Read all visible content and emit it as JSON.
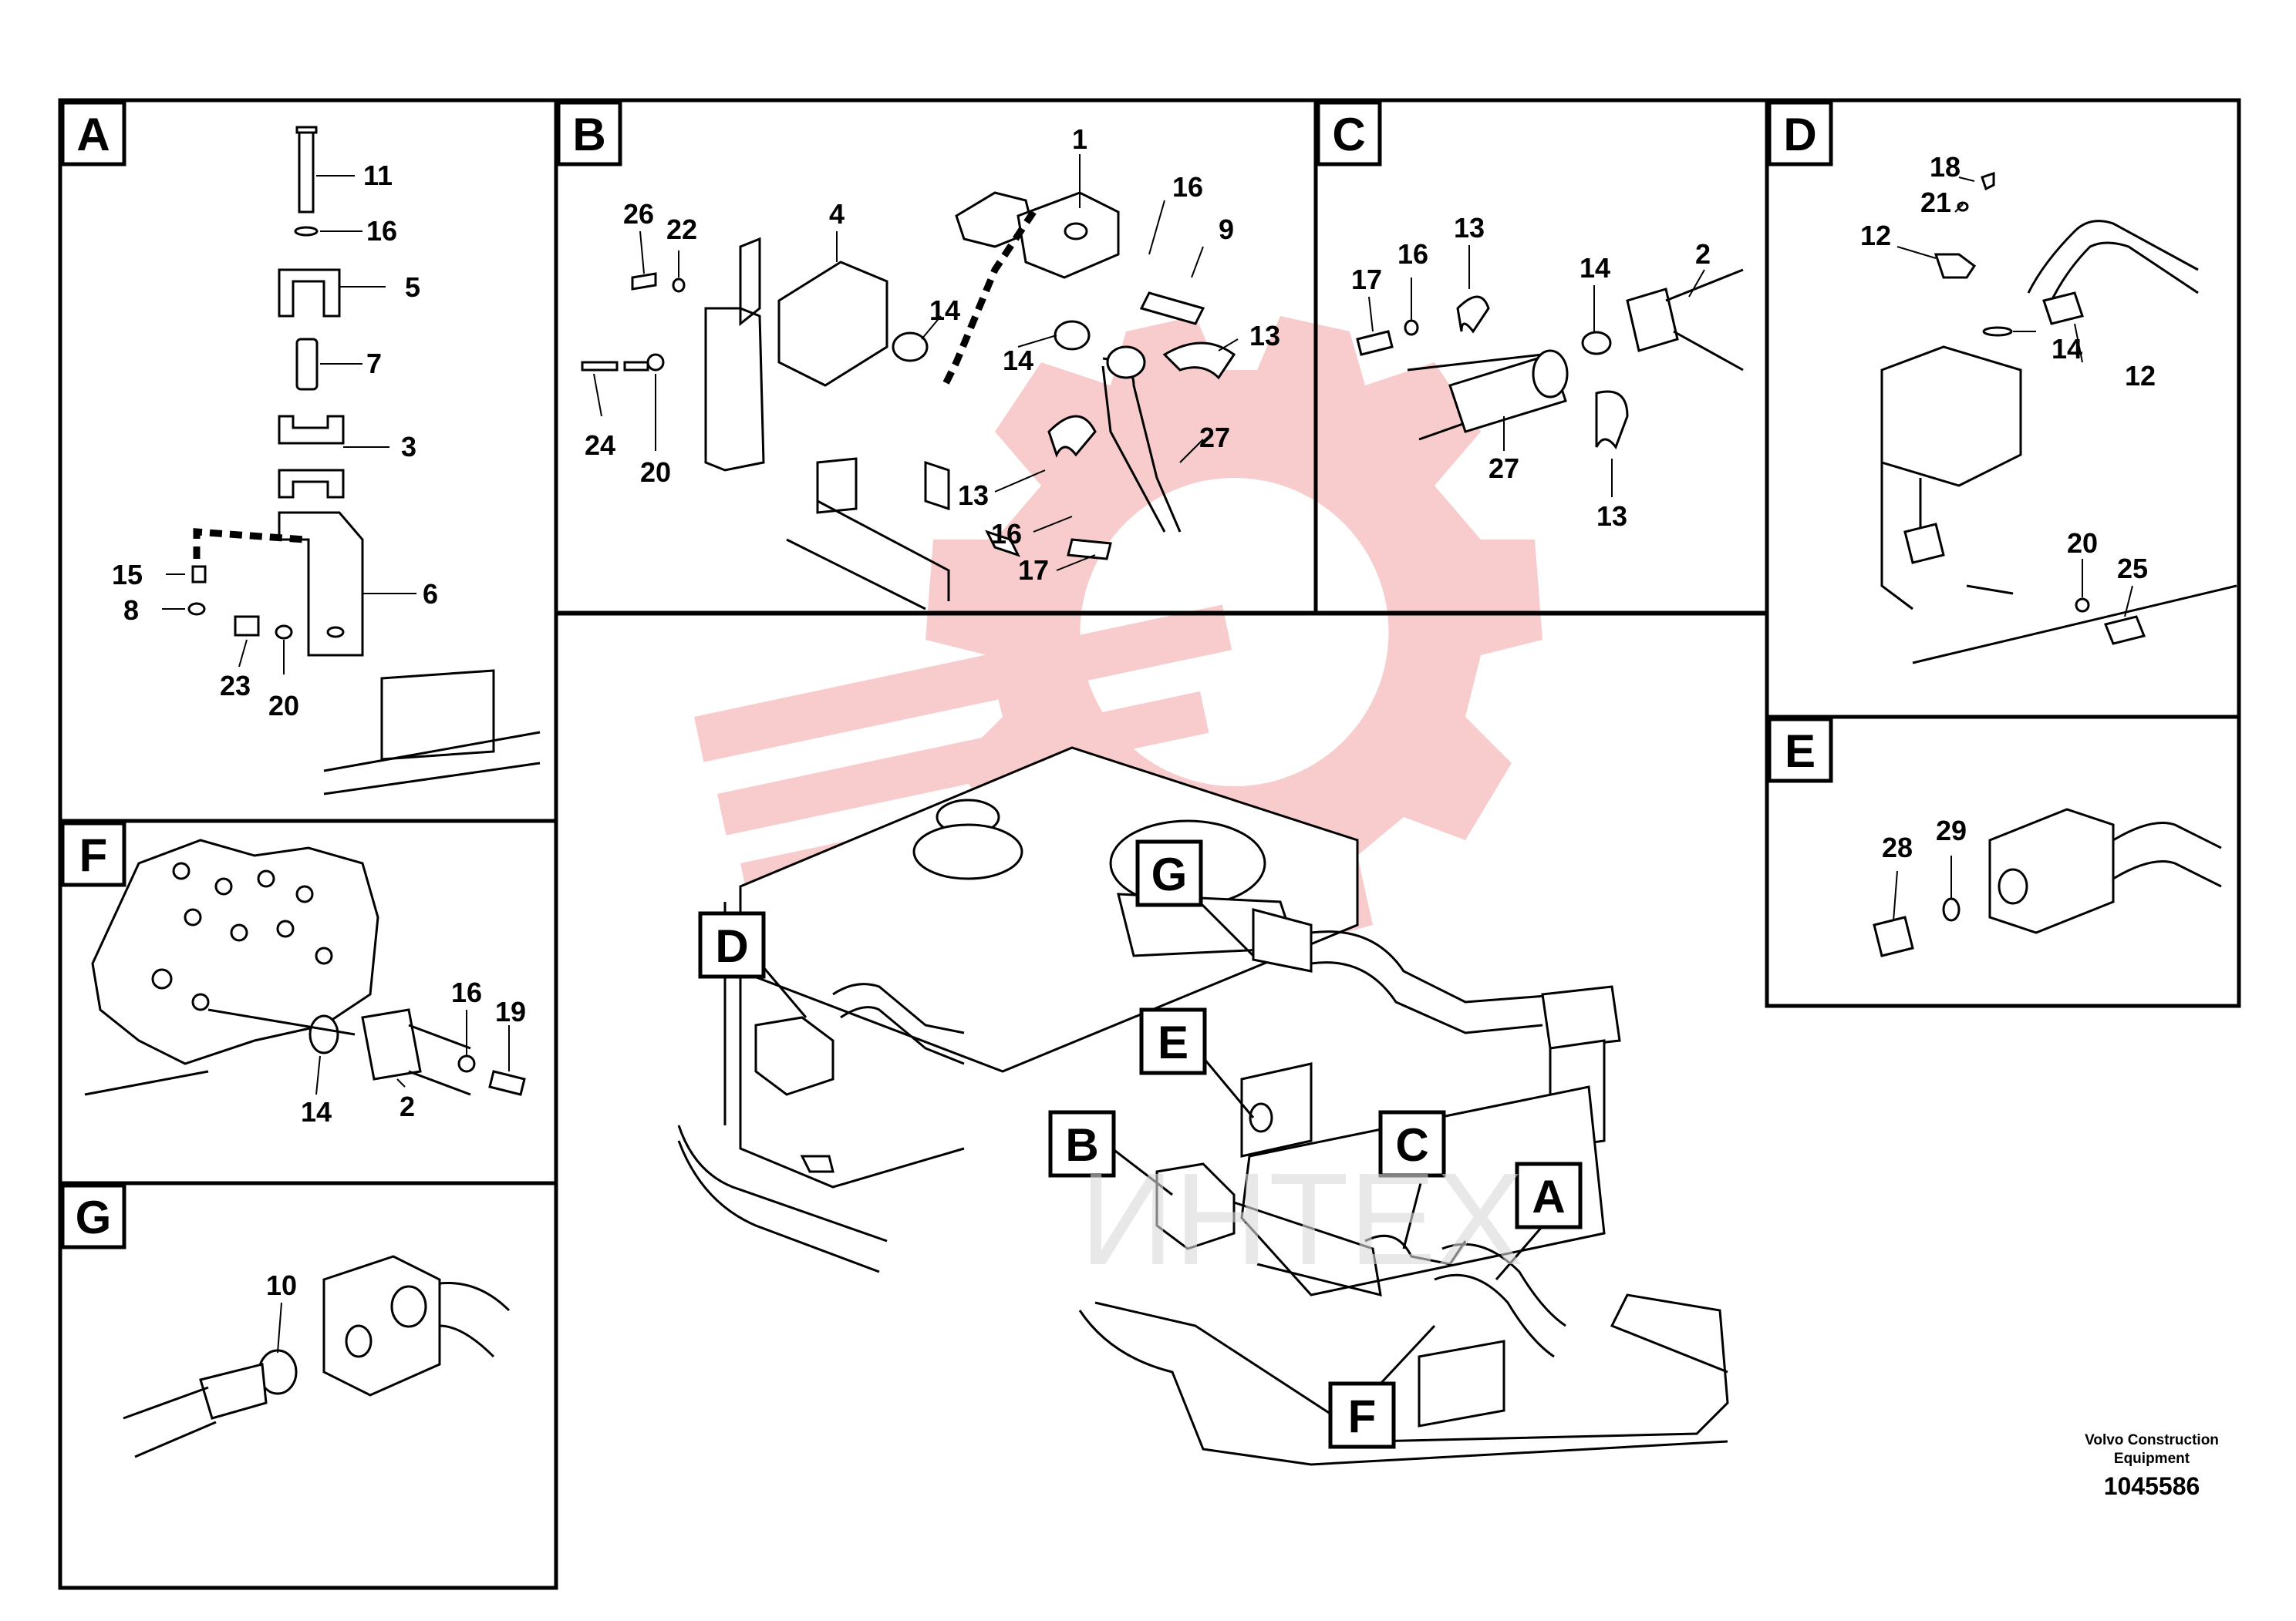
{
  "sections": {
    "A": {
      "letter": "A",
      "callouts": [
        "11",
        "16",
        "5",
        "7",
        "3",
        "6",
        "15",
        "8",
        "23",
        "20"
      ]
    },
    "B": {
      "letter": "B",
      "callouts": [
        "1",
        "16",
        "9",
        "4",
        "26",
        "22",
        "14",
        "14",
        "13",
        "24",
        "20",
        "13",
        "16",
        "17",
        "27"
      ]
    },
    "C": {
      "letter": "C",
      "callouts": [
        "13",
        "17",
        "16",
        "14",
        "2",
        "27",
        "13"
      ]
    },
    "D": {
      "letter": "D",
      "callouts": [
        "18",
        "21",
        "12",
        "14",
        "12",
        "20",
        "25"
      ]
    },
    "E": {
      "letter": "E",
      "callouts": [
        "28",
        "29"
      ]
    },
    "F": {
      "letter": "F",
      "callouts": [
        "16",
        "19",
        "14",
        "2"
      ]
    },
    "G": {
      "letter": "G",
      "callouts": [
        "10"
      ]
    }
  },
  "overview_labels": [
    "D",
    "G",
    "E",
    "B",
    "C",
    "A",
    "F"
  ],
  "watermark_text": "ИНТЕХ",
  "footer": {
    "maker_line1": "Volvo Construction",
    "maker_line2": "Equipment",
    "doc_number": "1045586"
  },
  "colors": {
    "line": "#000000",
    "watermark": "#f5b5b5",
    "background": "#ffffff"
  },
  "icons": [
    "watermark-gear-logo"
  ]
}
